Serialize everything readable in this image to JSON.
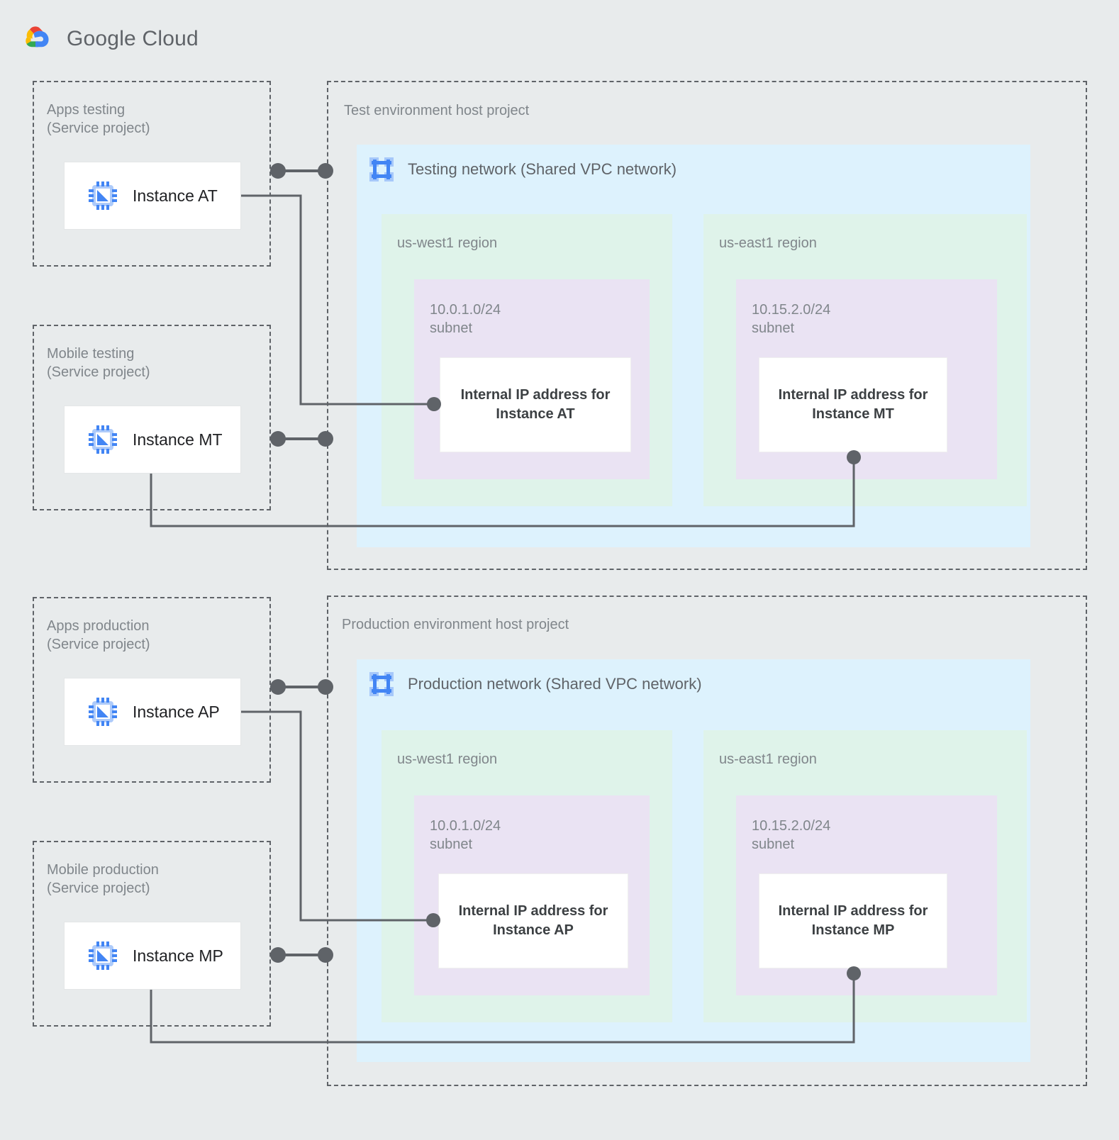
{
  "brand": {
    "logo_icon": "google-cloud-logo",
    "word_google": "Google",
    "word_cloud": "Cloud"
  },
  "colors": {
    "page_background": "#e8ebec",
    "vpc_network": "#ddf2fd",
    "region": "#dff3ea",
    "subnet": "#eae3f3",
    "ip_box": "#ffffff",
    "dashed_border": "#5f6368",
    "label_text": "#80868b",
    "connector": "#5f6368",
    "icon_blue": "#4285f4",
    "icon_blue_light": "#aecbfa"
  },
  "test_environment": {
    "service_projects": [
      {
        "label": "Apps testing\n(Service project)",
        "instance": {
          "name": "Instance AT",
          "icon": "chip-icon"
        }
      },
      {
        "label": "Mobile testing\n(Service project)",
        "instance": {
          "name": "Instance MT",
          "icon": "chip-icon"
        }
      }
    ],
    "host_project": {
      "label": "Test environment host project",
      "network": {
        "icon": "vpc-network-icon",
        "label": "Testing network (Shared VPC network)",
        "regions": [
          {
            "label": "us-west1 region",
            "subnet": {
              "label": "10.0.1.0/24\nsubnet",
              "ip_box": "Internal IP address for\nInstance AT"
            }
          },
          {
            "label": "us-east1 region",
            "subnet": {
              "label": "10.15.2.0/24\nsubnet",
              "ip_box": "Internal IP address for\nInstance MT"
            }
          }
        ]
      }
    }
  },
  "production_environment": {
    "service_projects": [
      {
        "label": "Apps production\n(Service project)",
        "instance": {
          "name": "Instance AP",
          "icon": "chip-icon"
        }
      },
      {
        "label": "Mobile production\n(Service project)",
        "instance": {
          "name": "Instance MP",
          "icon": "chip-icon"
        }
      }
    ],
    "host_project": {
      "label": "Production environment host project",
      "network": {
        "icon": "vpc-network-icon",
        "label": "Production network (Shared VPC network)",
        "regions": [
          {
            "label": "us-west1 region",
            "subnet": {
              "label": "10.0.1.0/24\nsubnet",
              "ip_box": "Internal IP address for\nInstance AP"
            }
          },
          {
            "label": "us-east1 region",
            "subnet": {
              "label": "10.15.2.0/24\nsubnet",
              "ip_box": "Internal IP address for\nInstance MP"
            }
          }
        ]
      }
    }
  }
}
